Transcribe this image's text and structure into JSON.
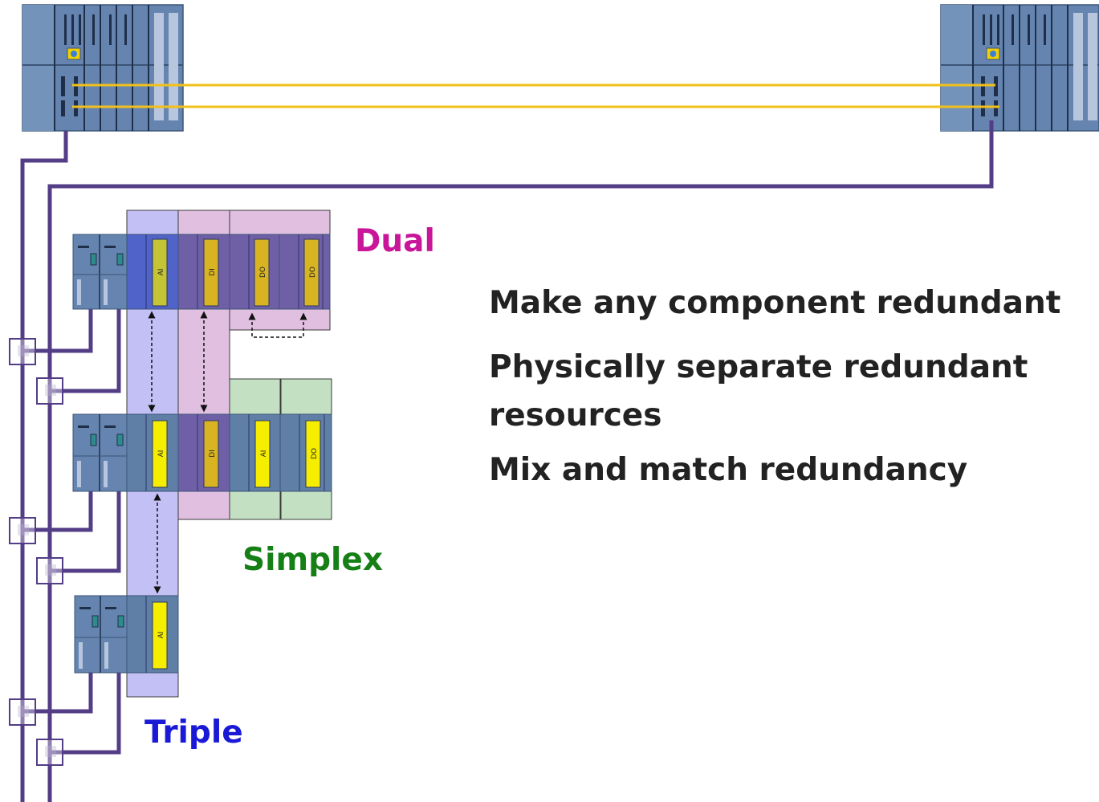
{
  "groups": {
    "dual": "Dual",
    "simplex": "Simplex",
    "triple": "Triple"
  },
  "bullets": [
    "Make any component redundant",
    "Physically separate redundant resources",
    "Mix and match redundancy"
  ],
  "modules": {
    "ai": "AI",
    "di": "DI",
    "do": "DO"
  },
  "colors": {
    "dual": "#c8159a",
    "simplex": "#168016",
    "triple": "#1a1ad6",
    "bus": "#533d86",
    "sync_link": "#f2c01a",
    "module_steel": "#5f7fa6",
    "io_label": "#f5ee00"
  }
}
